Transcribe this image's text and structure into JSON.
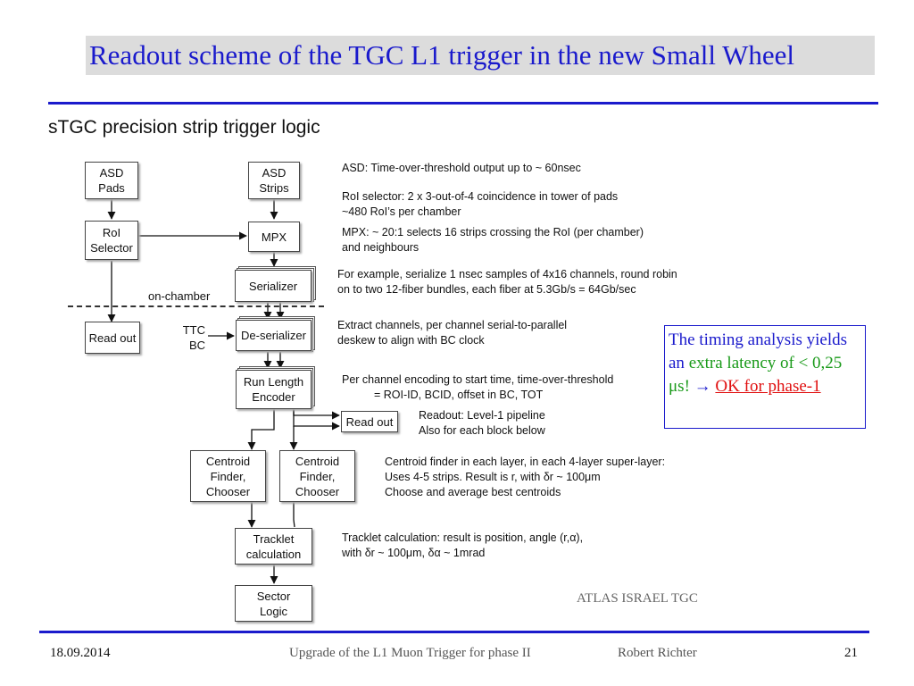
{
  "slide": {
    "title": "Readout scheme of the TGC L1 trigger in the new Small Wheel",
    "subtitle": "sTGC precision strip trigger logic"
  },
  "diagram": {
    "boxes": {
      "asd_pads": [
        "ASD",
        "Pads"
      ],
      "asd_strips": [
        "ASD",
        "Strips"
      ],
      "roi_selector": [
        "RoI",
        "Selector"
      ],
      "mpx": [
        "MPX"
      ],
      "serializer": [
        "Serializer"
      ],
      "readout_left": [
        "Read out"
      ],
      "deserializer": [
        "De-serializer"
      ],
      "rle": [
        "Run Length",
        "Encoder"
      ],
      "readout_right": [
        "Read out"
      ],
      "centroid_1": [
        "Centroid",
        "Finder,",
        "Chooser"
      ],
      "centroid_2": [
        "Centroid",
        "Finder,",
        "Chooser"
      ],
      "tracklet": [
        "Tracklet",
        "calculation"
      ],
      "sector_logic": [
        "Sector",
        "Logic"
      ]
    },
    "on_chamber_label": "on-chamber",
    "ttc_label": [
      "TTC",
      "BC"
    ],
    "descriptions": {
      "asd": [
        "ASD: Time-over-threshold output up to ~ 60nsec"
      ],
      "roi": [
        "RoI selector: 2 x 3-out-of-4 coincidence in tower of pads",
        "~480 RoI’s per chamber"
      ],
      "mpx": [
        "MPX: ~ 20:1 selects 16 strips crossing the RoI (per chamber)",
        "and neighbours"
      ],
      "serializer": [
        "For example, serialize 1 nsec samples of 4x16 channels, round robin",
        "on to two 12-fiber bundles, each fiber at 5.3Gb/s = 64Gb/sec"
      ],
      "deserializer": [
        "Extract channels, per channel serial-to-parallel",
        "deskew to align with BC clock"
      ],
      "rle": [
        "Per channel encoding to start time, time-over-threshold",
        "= ROI-ID, BCID, offset in BC, TOT"
      ],
      "readout": [
        "Readout: Level-1 pipeline",
        "Also for each block below"
      ],
      "centroid": [
        "Centroid finder in each layer, in each 4-layer super-layer:",
        "Uses 4-5 strips. Result is r, with δr ~ 100μm",
        "Choose and average best centroids"
      ],
      "tracklet": [
        "Tracklet calculation: result is position, angle (r,α),",
        "with δr ~ 100μm, δα ~ 1mrad"
      ]
    }
  },
  "callout": {
    "part1": "The timing analysis yields an ",
    "part2": "extra latency of < 0,25 μs! ",
    "arrow": "→",
    "part3": "OK for phase-1",
    "colors": {
      "blue": "#1a1acc",
      "green": "#1a9a1a",
      "red": "#e01010"
    }
  },
  "watermark": "ATLAS ISRAEL TGC",
  "footer": {
    "date": "18.09.2014",
    "talk": "Upgrade of the L1 Muon Trigger for phase II",
    "author": "Robert Richter",
    "page": "21"
  }
}
